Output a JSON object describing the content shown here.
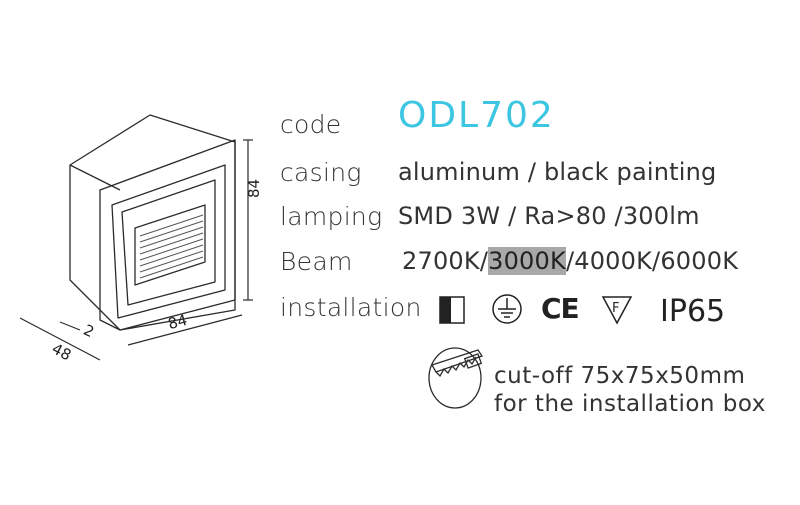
{
  "specs": {
    "code": {
      "label": "code",
      "value": "ODL702"
    },
    "casing": {
      "label": "casing",
      "value": "aluminum / black painting"
    },
    "lamping": {
      "label": "lamping",
      "value": "SMD 3W / Ra>80 /300lm"
    },
    "beam": {
      "label": "Beam",
      "before": "2700K/",
      "highlighted": "3000K",
      "after": "/4000K/6000K"
    },
    "installation": {
      "label": "installation",
      "rating": "IP65",
      "ce_mark": "CE",
      "f_mark": "F"
    }
  },
  "cutoff": {
    "line1": "cut-off 75x75x50mm",
    "line2": "for the installation box"
  },
  "dimensions": {
    "height": "84",
    "width": "84",
    "depth": "48",
    "frame": "2"
  },
  "colors": {
    "accent": "#3cc6e2",
    "highlight": "#a8a8a8"
  }
}
